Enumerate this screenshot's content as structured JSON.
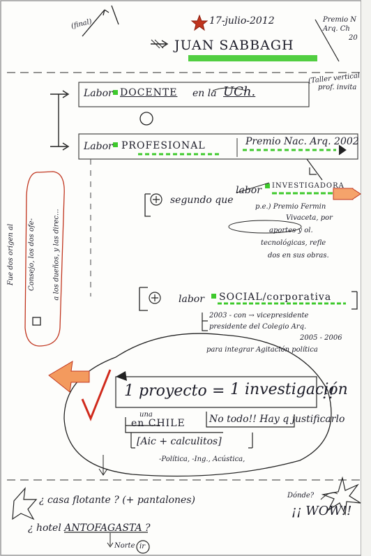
{
  "header": {
    "date": "17-julio-2012",
    "name": "JUAN SABBAGH",
    "corner_note": [
      "Premio N",
      "Arq. Ch",
      "20"
    ],
    "left_note": "(final)"
  },
  "section_docente": {
    "text_start": "Labor",
    "highlight": "DOCENTE",
    "text_end": "en la",
    "university": "UCh.",
    "note": [
      "(Taller vertical",
      "prof. invita"
    ],
    "plus": "+"
  },
  "section_profesional": {
    "text_start": "Labor",
    "highlight": "PROFESIONAL",
    "award": "Premio Nac. Arq. 2002"
  },
  "section_investigadora": {
    "intro": "segundo que",
    "text_start": "labor",
    "highlight": "INVESTIGADORA",
    "lines": [
      "p.e.) Premio Fermin",
      "Vivaceta, por",
      "aportes y ol.",
      "tecnológicas, refle",
      "dos en sus obras."
    ]
  },
  "section_social": {
    "text_start": "labor",
    "highlight": "SOCIAL/corporativa",
    "lines": [
      "2003 - con → vicepresidente",
      "presidente del Colegio Arq.",
      "2005 - 2006",
      "para integrar Agitación política"
    ]
  },
  "side_note": [
    "Fue dos origen al",
    "Consejo, los dos ofe-",
    "a los dueños, y las direc..."
  ],
  "main_idea": {
    "equation_left": "1 proyecto",
    "equals": "=",
    "equation_right": "1 investigación",
    "double_bang": "!!",
    "tiny": "una",
    "en_chile": "en CHILE",
    "no_todos": "No todo!! Hay q justificarlo",
    "calculos": "[Aic + calculitos]",
    "tags": "-Política, -Ing., Acústica,"
  },
  "bottom": {
    "q1": "¿ casa flotante ? (+ pantalones)",
    "q2": "¿ hotel ANTOFAGASTA ?",
    "norte": "Norte",
    "circled": "ir",
    "donde": "Dónde?",
    "wow": "¡¡ WOW!!"
  }
}
